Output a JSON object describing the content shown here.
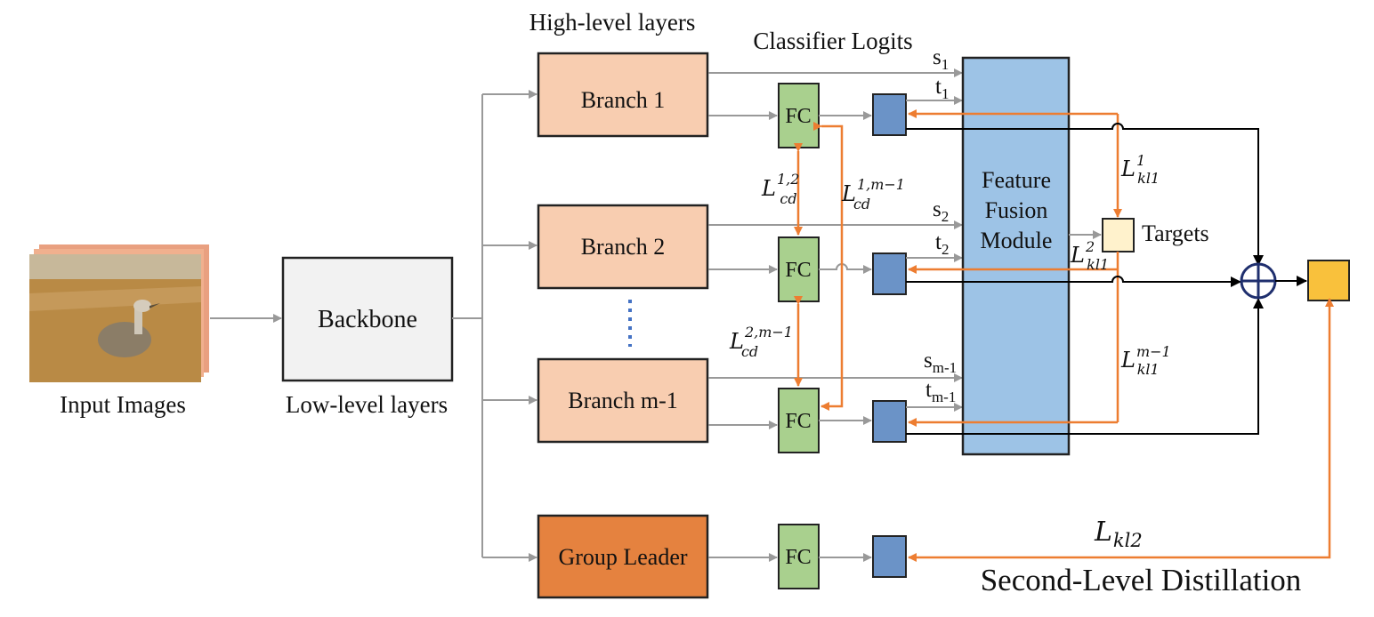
{
  "input": {
    "label": "Input Images"
  },
  "backbone": {
    "label": "Backbone",
    "caption": "Low-level layers"
  },
  "high_level_caption": "High-level layers",
  "classifier_caption": "Classifier Logits",
  "branches": [
    {
      "label": "Branch 1"
    },
    {
      "label": "Branch 2"
    },
    {
      "label": "Branch m-1"
    }
  ],
  "leader": {
    "label": "Group Leader"
  },
  "fc_label": "FC",
  "fusion": {
    "line1": "Feature",
    "line2": "Fusion",
    "line3": "Module"
  },
  "targets_label": "Targets",
  "logits": {
    "s1": "s",
    "s1_sub": "1",
    "t1": "t",
    "t1_sub": "1",
    "s2": "s",
    "s2_sub": "2",
    "t2": "t",
    "t2_sub": "2",
    "sm": "s",
    "sm_sub": "m-1",
    "tm": "t",
    "tm_sub": "m-1"
  },
  "losses": {
    "cd12": {
      "base": "L",
      "sub": "cd",
      "sup": "1,2"
    },
    "cd1m": {
      "base": "L",
      "sub": "cd",
      "sup": "1,m−1"
    },
    "cd2m": {
      "base": "L",
      "sub": "cd",
      "sup": "2,m−1"
    },
    "kl1_1": {
      "base": "L",
      "sub": "kl1",
      "sup": "1"
    },
    "kl1_2": {
      "base": "L",
      "sub": "kl1",
      "sup": "2"
    },
    "kl1_m": {
      "base": "L",
      "sub": "kl1",
      "sup": "m−1"
    },
    "kl2": {
      "base": "L",
      "sub": "kl2"
    }
  },
  "second_level": "Second-Level Distillation",
  "colors": {
    "branch": "#f8cdb0",
    "leader": "#e5823f",
    "fc": "#a9d08e",
    "logit": "#6b93c7",
    "fusion": "#9dc3e6",
    "target": "#fff2cc",
    "output": "#f9c13c",
    "gray_arrow": "#999999",
    "orange_arrow": "#ed7d31",
    "dots": "#4472c4"
  }
}
